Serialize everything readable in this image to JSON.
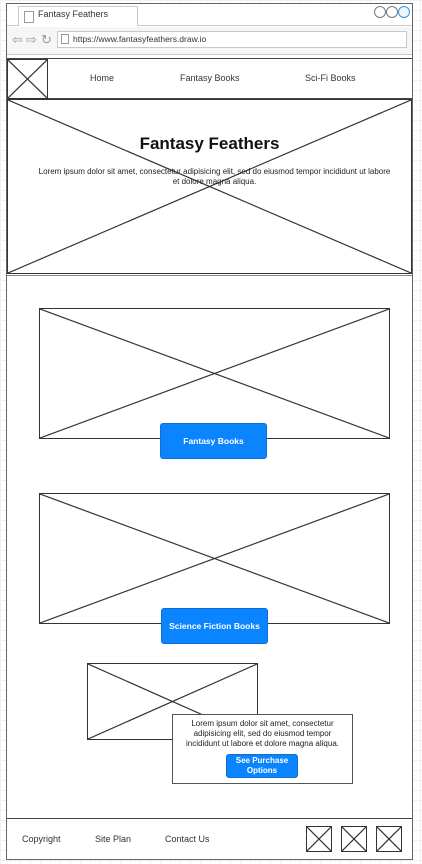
{
  "browser": {
    "tab_title": "Fantasy Feathers",
    "url": "https://www.fantasyfeathers.draw.io",
    "back_glyph": "⇦",
    "forward_glyph": "⇨",
    "reload_glyph": "↻"
  },
  "nav": {
    "items": [
      {
        "label": "Home"
      },
      {
        "label": "Fantasy Books"
      },
      {
        "label": "Sci-Fi Books"
      }
    ]
  },
  "hero": {
    "title": "Fantasy Feathers",
    "text": "Lorem ipsum dolor sit amet, consectetur adipisicing elit, sed do eiusmod tempor incididunt ut labore et dolore magna aliqua."
  },
  "sections": [
    {
      "button": "Fantasy Books"
    },
    {
      "button": "Science Fiction Books"
    }
  ],
  "promo": {
    "text": "Lorem ipsum dolor sit amet, consectetur adipisicing elit, sed do eiusmod tempor incididunt ut labore et dolore magna aliqua.",
    "button": "See Purchase Options"
  },
  "footer": {
    "links": [
      {
        "label": "Copyright"
      },
      {
        "label": "Site Plan"
      },
      {
        "label": "Contact Us"
      }
    ]
  },
  "colors": {
    "button_blue": "#0a84ff",
    "outline": "#333333"
  }
}
